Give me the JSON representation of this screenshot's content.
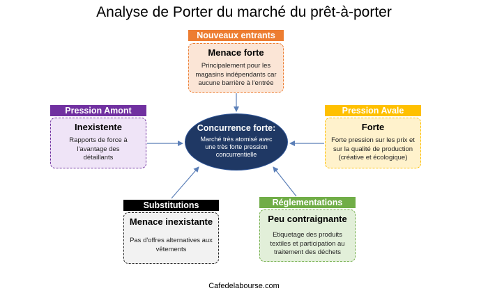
{
  "title": "Analyse de Porter du marché du prêt-à-porter",
  "center": {
    "title": "Concurrence forte:",
    "description": "Marché très atomisé avec une très forte pression concurrentielle"
  },
  "forces": {
    "nouveaux_entrants": {
      "header": "Nouveaux entrants",
      "title": "Menace forte",
      "description": "Principalement pour les magasins indépendants car aucune barrière à l'entrée",
      "header_color": "#ed7d31",
      "fill": "#fbe5d6",
      "border": "#ed7d31"
    },
    "pression_amont": {
      "header": "Pression Amont",
      "title": "Inexistente",
      "description": "Rapports de force à l'avantage des détaillants",
      "header_color": "#7030a0",
      "fill": "#efe4f7",
      "border": "#7030a0"
    },
    "pression_avale": {
      "header": "Pression Avale",
      "title": "Forte",
      "description": "Forte pression sur les prix et sur la qualité de production (créative et écologique)",
      "header_color": "#ffc000",
      "fill": "#fff2cc",
      "border": "#ffc000"
    },
    "substitutions": {
      "header": "Substitutions",
      "title": "Menace inexistante",
      "description": "Pas d'offres alternatives aux vêtements",
      "header_color": "#000000",
      "fill": "#f2f2f2",
      "border": "#262626"
    },
    "reglementations": {
      "header": "Réglementations",
      "title": "Peu contraignante",
      "description": "Etiquetage des produits textiles et participation au traitement des déchets",
      "header_color": "#70ad47",
      "fill": "#e2efd9",
      "border": "#70ad47"
    }
  },
  "colors": {
    "center_fill": "#1f3864",
    "arrow": "#5b7fb8"
  },
  "footer": "Cafedelabourse.com"
}
